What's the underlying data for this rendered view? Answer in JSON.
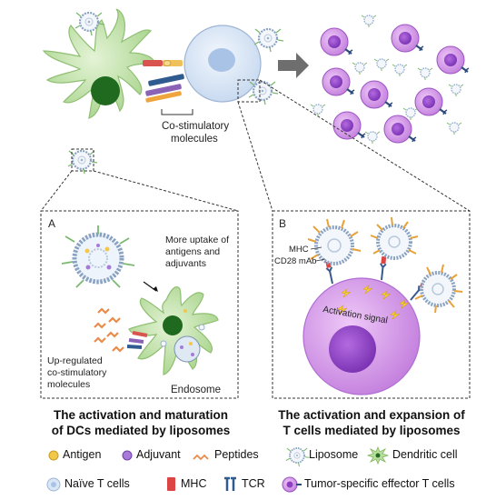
{
  "top": {
    "costim_label_line1": "Co-stimulatory",
    "costim_label_line2": "molecules"
  },
  "panel_a": {
    "letter": "A",
    "uptake_line1": "More uptake of",
    "uptake_line2": "antigens and",
    "uptake_line3": "adjuvants",
    "upreg_line1": "Up-regulated",
    "upreg_line2": "co-stimulatory",
    "upreg_line3": "molecules",
    "endosome": "Endosome",
    "caption_line1": "The activation and maturation",
    "caption_line2": "of DCs mediated by liposomes"
  },
  "panel_b": {
    "letter": "B",
    "mhc": "MHC",
    "cd28": "CD28 mAb",
    "activation_signal": "Activation signal",
    "caption_line1": "The activation and expansion of",
    "caption_line2": "T cells mediated by liposomes"
  },
  "legend": {
    "antigen": "Antigen",
    "adjuvant": "Adjuvant",
    "peptides": "Peptides",
    "liposome": "Liposome",
    "dendritic": "Dendritic cell",
    "naive": "Naïve T cells",
    "mhc": "MHC",
    "tcr": "TCR",
    "tumor": "Tumor-specific effector T cells"
  },
  "colors": {
    "dc_fill": "#b9dea0",
    "dc_nucleus": "#1f6a1f",
    "naive_fill": "#d9e6f5",
    "effector_fill": "#cf8fe3",
    "effector_nucleus": "#8e3fc0",
    "liposome_ring": "#8aa2c2"
  }
}
